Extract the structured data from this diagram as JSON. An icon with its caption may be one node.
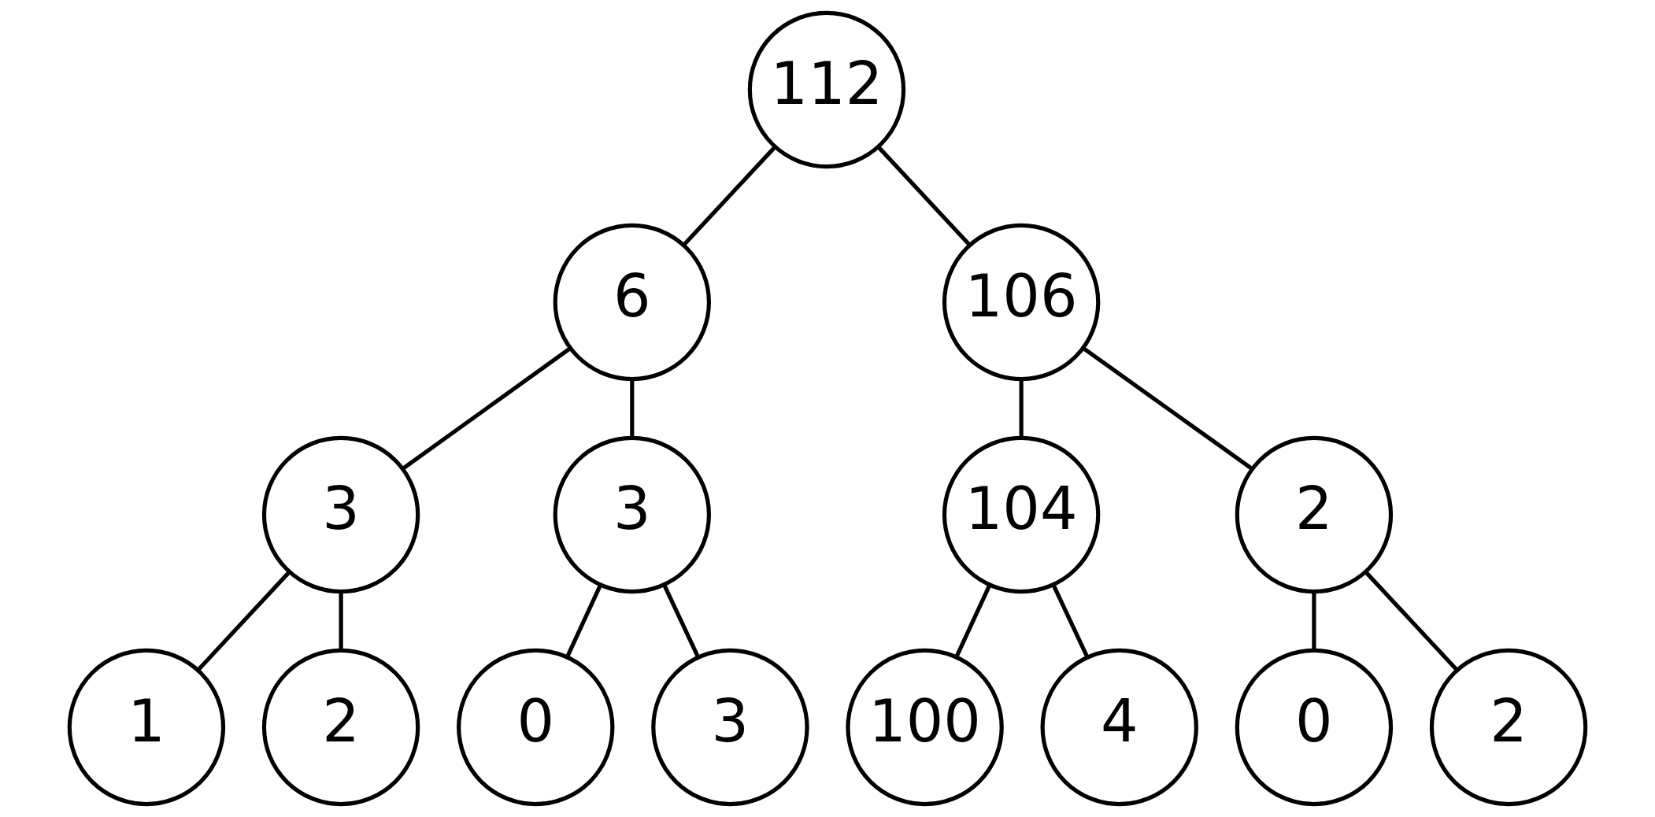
{
  "diagram": {
    "nodes": [
      {
        "text": [
          "112"
        ]
      },
      {
        "text": [
          "6"
        ]
      },
      {
        "text": [
          "106"
        ]
      },
      {
        "text": [
          "3"
        ]
      },
      {
        "text": [
          "3"
        ]
      },
      {
        "text": [
          "104"
        ]
      },
      {
        "text": [
          "2"
        ]
      },
      {
        "text": [
          "1"
        ]
      },
      {
        "text": [
          "2"
        ]
      },
      {
        "text": [
          "0"
        ]
      },
      {
        "text": [
          "3"
        ]
      },
      {
        "text": [
          "100"
        ]
      },
      {
        "text": [
          "4"
        ]
      },
      {
        "text": [
          "0"
        ]
      },
      {
        "text": [
          "2"
        ]
      }
    ],
    "edges": [
      {
        "from": 0,
        "to": 1,
        "arrow": "none"
      },
      {
        "from": 0,
        "to": 2,
        "arrow": "none"
      },
      {
        "from": 1,
        "to": 3,
        "arrow": "none"
      },
      {
        "from": 1,
        "to": 4,
        "arrow": "none"
      },
      {
        "from": 2,
        "to": 5,
        "arrow": "none"
      },
      {
        "from": 2,
        "to": 6,
        "arrow": "none"
      },
      {
        "from": 3,
        "to": 7,
        "arrow": "none"
      },
      {
        "from": 3,
        "to": 8,
        "arrow": "none"
      },
      {
        "from": 4,
        "to": 9,
        "arrow": "none"
      },
      {
        "from": 4,
        "to": 10,
        "arrow": "none"
      },
      {
        "from": 5,
        "to": 11,
        "arrow": "none"
      },
      {
        "from": 5,
        "to": 12,
        "arrow": "none"
      },
      {
        "from": 6,
        "to": 13,
        "arrow": "none"
      },
      {
        "from": 6,
        "to": 14,
        "arrow": "none"
      }
    ]
  }
}
